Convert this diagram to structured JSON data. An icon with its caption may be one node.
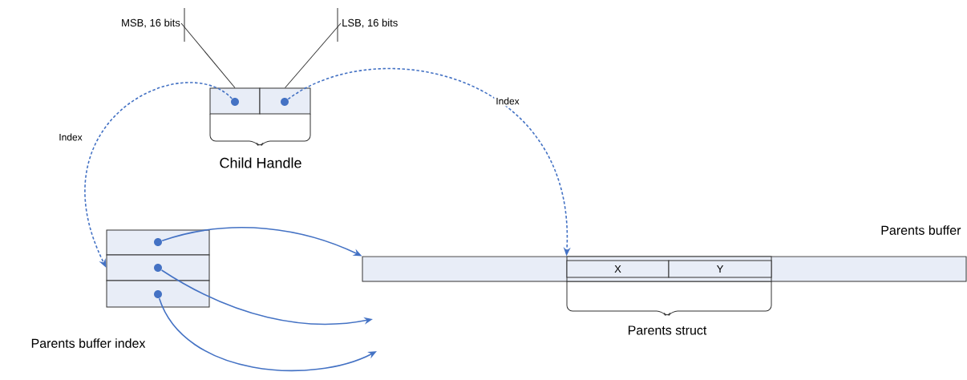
{
  "diagram": {
    "nodes": [
      {
        "text": [
          "MSB, 16 bits"
        ]
      },
      {
        "text": [
          "LSB, 16 bits"
        ]
      },
      {
        "text": [],
        "shape": "box"
      },
      {
        "text": [],
        "shape": "circle",
        "in": 2
      },
      {
        "text": [],
        "shape": "box"
      },
      {
        "text": [],
        "shape": "circle",
        "in": 4
      },
      {
        "text": [],
        "shape": "box"
      },
      {
        "text": [],
        "shape": "circle",
        "in": 6
      },
      {
        "text": [],
        "shape": "box"
      },
      {
        "text": [],
        "shape": "circle",
        "in": 8
      },
      {
        "text": [],
        "shape": "box"
      },
      {
        "text": [],
        "shape": "circle",
        "in": 10
      },
      {
        "text": [],
        "shape": "box",
        "beside": [
          "Parents buffer"
        ]
      },
      {
        "text": [],
        "shape": "box",
        "in": 12
      },
      {
        "text": [
          "X"
        ],
        "in": 13
      },
      {
        "text": [
          "Y"
        ],
        "in": 13
      }
    ],
    "edges": [
      {
        "from": 0,
        "to": 2,
        "arrow": "none",
        "color": "#333333"
      },
      {
        "from": 1,
        "to": 4,
        "arrow": "none",
        "color": "#333333"
      },
      {
        "from": 3,
        "to": 8,
        "arrow": "to",
        "style": "dashed",
        "label": "Index"
      },
      {
        "from": 5,
        "to": 13,
        "arrow": "to",
        "style": "dashed",
        "label": "Index"
      },
      {
        "from": 7,
        "to": 12,
        "arrow": "to"
      },
      {
        "from": 9,
        "to": null,
        "arrow": "to"
      },
      {
        "from": 11,
        "to": null,
        "arrow": "to"
      }
    ],
    "labels": [
      "Child Handle",
      "Parents buffer index",
      "Parents struct"
    ]
  }
}
